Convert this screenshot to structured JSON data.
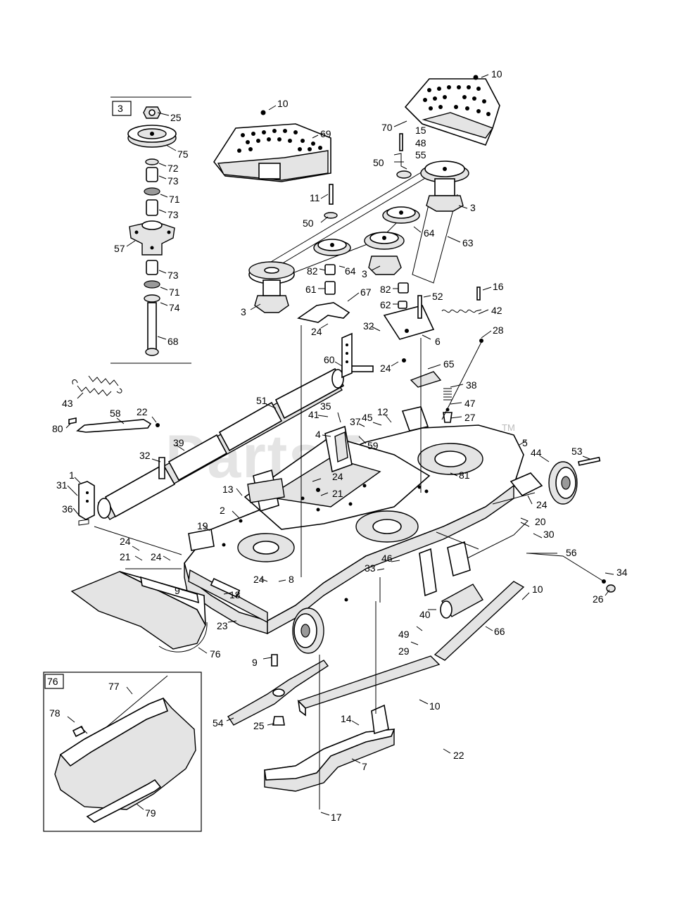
{
  "watermark": {
    "text": "PartsTree",
    "tm": "TM"
  },
  "insets": [
    {
      "id": "3"
    },
    {
      "id": "76"
    }
  ],
  "callouts": [
    {
      "n": "10"
    },
    {
      "n": "70"
    },
    {
      "n": "15"
    },
    {
      "n": "48"
    },
    {
      "n": "55"
    },
    {
      "n": "50"
    },
    {
      "n": "3"
    },
    {
      "n": "10"
    },
    {
      "n": "69"
    },
    {
      "n": "11"
    },
    {
      "n": "50"
    },
    {
      "n": "64"
    },
    {
      "n": "63"
    },
    {
      "n": "82"
    },
    {
      "n": "64"
    },
    {
      "n": "3"
    },
    {
      "n": "61"
    },
    {
      "n": "82"
    },
    {
      "n": "67"
    },
    {
      "n": "3"
    },
    {
      "n": "16"
    },
    {
      "n": "52"
    },
    {
      "n": "62"
    },
    {
      "n": "42"
    },
    {
      "n": "24"
    },
    {
      "n": "6"
    },
    {
      "n": "32"
    },
    {
      "n": "28"
    },
    {
      "n": "24"
    },
    {
      "n": "65"
    },
    {
      "n": "60"
    },
    {
      "n": "38"
    },
    {
      "n": "51"
    },
    {
      "n": "47"
    },
    {
      "n": "27"
    },
    {
      "n": "43"
    },
    {
      "n": "35"
    },
    {
      "n": "41"
    },
    {
      "n": "12"
    },
    {
      "n": "45"
    },
    {
      "n": "37"
    },
    {
      "n": "58"
    },
    {
      "n": "22"
    },
    {
      "n": "80"
    },
    {
      "n": "4"
    },
    {
      "n": "59"
    },
    {
      "n": "5"
    },
    {
      "n": "39"
    },
    {
      "n": "44"
    },
    {
      "n": "53"
    },
    {
      "n": "32"
    },
    {
      "n": "24"
    },
    {
      "n": "81"
    },
    {
      "n": "1"
    },
    {
      "n": "31"
    },
    {
      "n": "13"
    },
    {
      "n": "21"
    },
    {
      "n": "24"
    },
    {
      "n": "36"
    },
    {
      "n": "2"
    },
    {
      "n": "19"
    },
    {
      "n": "20"
    },
    {
      "n": "30"
    },
    {
      "n": "24"
    },
    {
      "n": "56"
    },
    {
      "n": "21"
    },
    {
      "n": "24"
    },
    {
      "n": "46"
    },
    {
      "n": "33"
    },
    {
      "n": "34"
    },
    {
      "n": "24"
    },
    {
      "n": "8"
    },
    {
      "n": "9"
    },
    {
      "n": "18"
    },
    {
      "n": "10"
    },
    {
      "n": "26"
    },
    {
      "n": "40"
    },
    {
      "n": "23"
    },
    {
      "n": "66"
    },
    {
      "n": "49"
    },
    {
      "n": "29"
    },
    {
      "n": "76"
    },
    {
      "n": "9"
    },
    {
      "n": "77"
    },
    {
      "n": "78"
    },
    {
      "n": "54"
    },
    {
      "n": "25"
    },
    {
      "n": "10"
    },
    {
      "n": "14"
    },
    {
      "n": "22"
    },
    {
      "n": "7"
    },
    {
      "n": "79"
    },
    {
      "n": "17"
    },
    {
      "n": "25"
    },
    {
      "n": "75"
    },
    {
      "n": "72"
    },
    {
      "n": "73"
    },
    {
      "n": "71"
    },
    {
      "n": "73"
    },
    {
      "n": "57"
    },
    {
      "n": "73"
    },
    {
      "n": "71"
    },
    {
      "n": "74"
    },
    {
      "n": "68"
    }
  ]
}
